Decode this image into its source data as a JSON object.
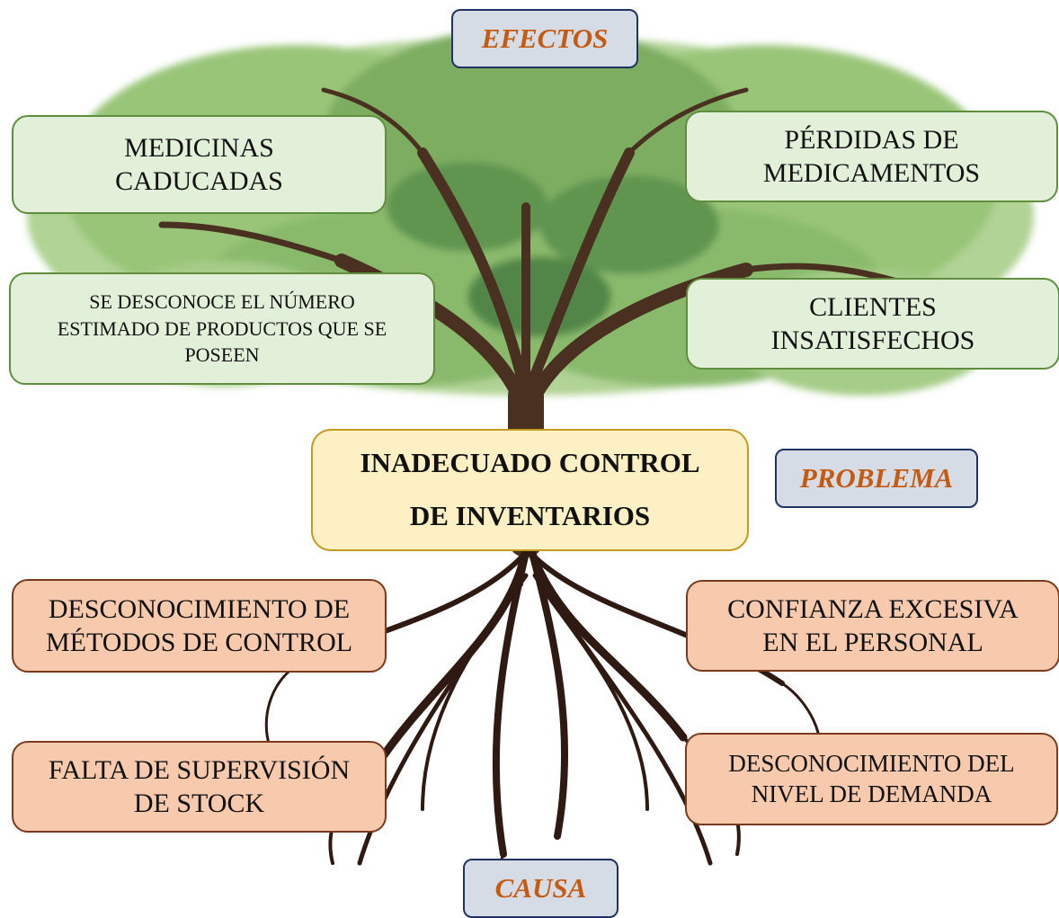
{
  "labels": {
    "effects": "EFECTOS",
    "problem_tag": "PROBLEMA",
    "cause": "CAUSA"
  },
  "effects": {
    "e1": "MEDICINAS CADUCADAS",
    "e2": "PÉRDIDAS DE MEDICAMENTOS",
    "e3": "SE DESCONOCE EL NÚMERO ESTIMADO DE PRODUCTOS QUE SE POSEEN",
    "e4": "CLIENTES INSATISFECHOS"
  },
  "problem": "INADECUADO CONTROL DE INVENTARIOS",
  "causes": {
    "c1": "DESCONOCIMIENTO DE MÉTODOS DE CONTROL",
    "c2": "CONFIANZA EXCESIVA EN EL PERSONAL",
    "c3": "FALTA DE SUPERVISIÓN DE STOCK",
    "c4": "DESCONOCIMIENTO DEL NIVEL DE DEMANDA"
  },
  "colors": {
    "leaf_light": "#8fbf6b",
    "leaf_dark": "#3f7a35",
    "trunk": "#4a3020",
    "root": "#2e1a12"
  }
}
